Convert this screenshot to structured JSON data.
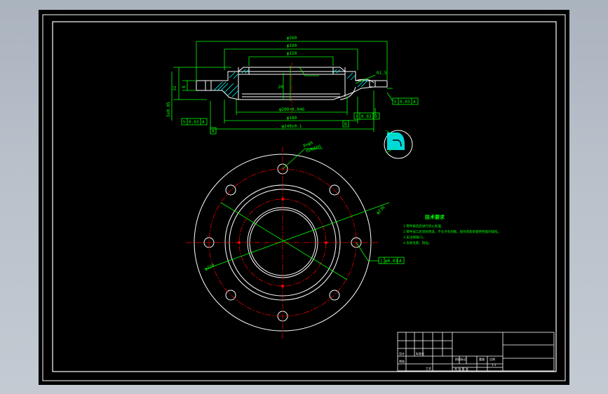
{
  "colors": {
    "background": "#000000",
    "frame": "#ffffff",
    "outline": "#ffffff",
    "dimension": "#00ff00",
    "centerline": "#ff0000",
    "hatch": "#00ffff"
  },
  "section_view": {
    "dim_overall_width": "φ260",
    "dim_hub_top": "φ190",
    "dim_hub_inner": "φ150",
    "dim_left_height": "32",
    "dim_left_small": "8",
    "dim_left_vertical": "5±0.05",
    "dim_bore": "φ200+0.046",
    "dim_bottom_inner": "φ180",
    "dim_bottom_outer": "φ240±0.1",
    "dim_center": "20",
    "dim_right_mark": "R1.5",
    "tol_left_symbol": "h",
    "tol_left_value": "0.03",
    "tol_left_datum": "A",
    "tol_right_symbol": "h",
    "tol_right_value": "0.03",
    "tol_right_datum": "A",
    "tol_mid_symbol": "r",
    "tol_mid_value": "0.03",
    "tol_mid_datum": "B",
    "datum_a": "A",
    "datum_b": "B"
  },
  "plan_view": {
    "hole_callout_size": "8×φ9",
    "hole_callout_spec": "均布EQS",
    "dim_pcd": "φ236",
    "dim_hole_pcd": "φ220",
    "tol_symbol": "j",
    "tol_value": "φ0.03",
    "tol_datum": "A"
  },
  "notes": {
    "title": "技术要求",
    "lines": [
      "1.零件铸造后进行退火处理。",
      "2.零件加工后涂防锈漆，不允许有划痕、裂纹等影响使用性能的缺陷。",
      "3.未注倒角C1。",
      "4.去除毛刺，锐边。"
    ]
  },
  "title_block": {
    "cell_design": "设计",
    "cell_standard": "标准化",
    "cell_review": "审核",
    "cell_process": "工艺",
    "cell_stage": "阶段标记",
    "cell_weight": "重量",
    "cell_scale": "比例",
    "cell_sheet": "共  张 第  张",
    "scale_value": "1:1"
  }
}
